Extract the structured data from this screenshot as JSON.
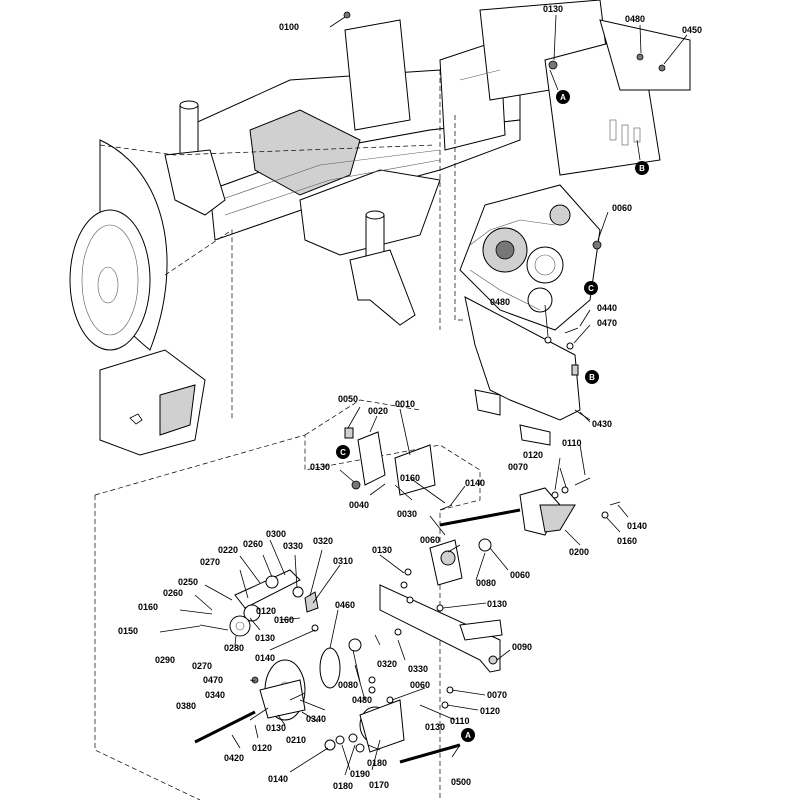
{
  "labels": [
    {
      "text": "0100"
    },
    {
      "text": "0130"
    },
    {
      "text": "0480"
    },
    {
      "text": "0450"
    },
    {
      "text": "0060"
    },
    {
      "text": "0480"
    },
    {
      "text": "0440"
    },
    {
      "text": "0470"
    },
    {
      "text": "0430"
    },
    {
      "text": "0050"
    },
    {
      "text": "0020"
    },
    {
      "text": "0010"
    },
    {
      "text": "0130"
    },
    {
      "text": "0040"
    },
    {
      "text": "0160"
    },
    {
      "text": "0140"
    },
    {
      "text": "0120"
    },
    {
      "text": "0070"
    },
    {
      "text": "0110"
    },
    {
      "text": "0140"
    },
    {
      "text": "0160"
    },
    {
      "text": "0200"
    },
    {
      "text": "0030"
    },
    {
      "text": "0060"
    },
    {
      "text": "0080"
    },
    {
      "text": "0060"
    },
    {
      "text": "0130"
    },
    {
      "text": "0130"
    },
    {
      "text": "0300"
    },
    {
      "text": "0330"
    },
    {
      "text": "0220"
    },
    {
      "text": "0260"
    },
    {
      "text": "0320"
    },
    {
      "text": "0310"
    },
    {
      "text": "0270"
    },
    {
      "text": "0250"
    },
    {
      "text": "0260"
    },
    {
      "text": "0160"
    },
    {
      "text": "0120"
    },
    {
      "text": "0130"
    },
    {
      "text": "0160"
    },
    {
      "text": "0150"
    },
    {
      "text": "0290"
    },
    {
      "text": "0280"
    },
    {
      "text": "0270"
    },
    {
      "text": "0140"
    },
    {
      "text": "0460"
    },
    {
      "text": "0090"
    },
    {
      "text": "0320"
    },
    {
      "text": "0330"
    },
    {
      "text": "0480"
    },
    {
      "text": "0080"
    },
    {
      "text": "0470"
    },
    {
      "text": "0340"
    },
    {
      "text": "0060"
    },
    {
      "text": "0070"
    },
    {
      "text": "0120"
    },
    {
      "text": "0110"
    },
    {
      "text": "0130"
    },
    {
      "text": "0380"
    },
    {
      "text": "0130"
    },
    {
      "text": "0210"
    },
    {
      "text": "0340"
    },
    {
      "text": "0120"
    },
    {
      "text": "0420"
    },
    {
      "text": "0180"
    },
    {
      "text": "0170"
    },
    {
      "text": "0500"
    },
    {
      "text": "0140"
    },
    {
      "text": "0190"
    },
    {
      "text": "0180"
    }
  ],
  "callouts": [
    {
      "text": "A"
    },
    {
      "text": "B"
    },
    {
      "text": "C"
    },
    {
      "text": "B"
    },
    {
      "text": "C"
    },
    {
      "text": "A"
    }
  ]
}
